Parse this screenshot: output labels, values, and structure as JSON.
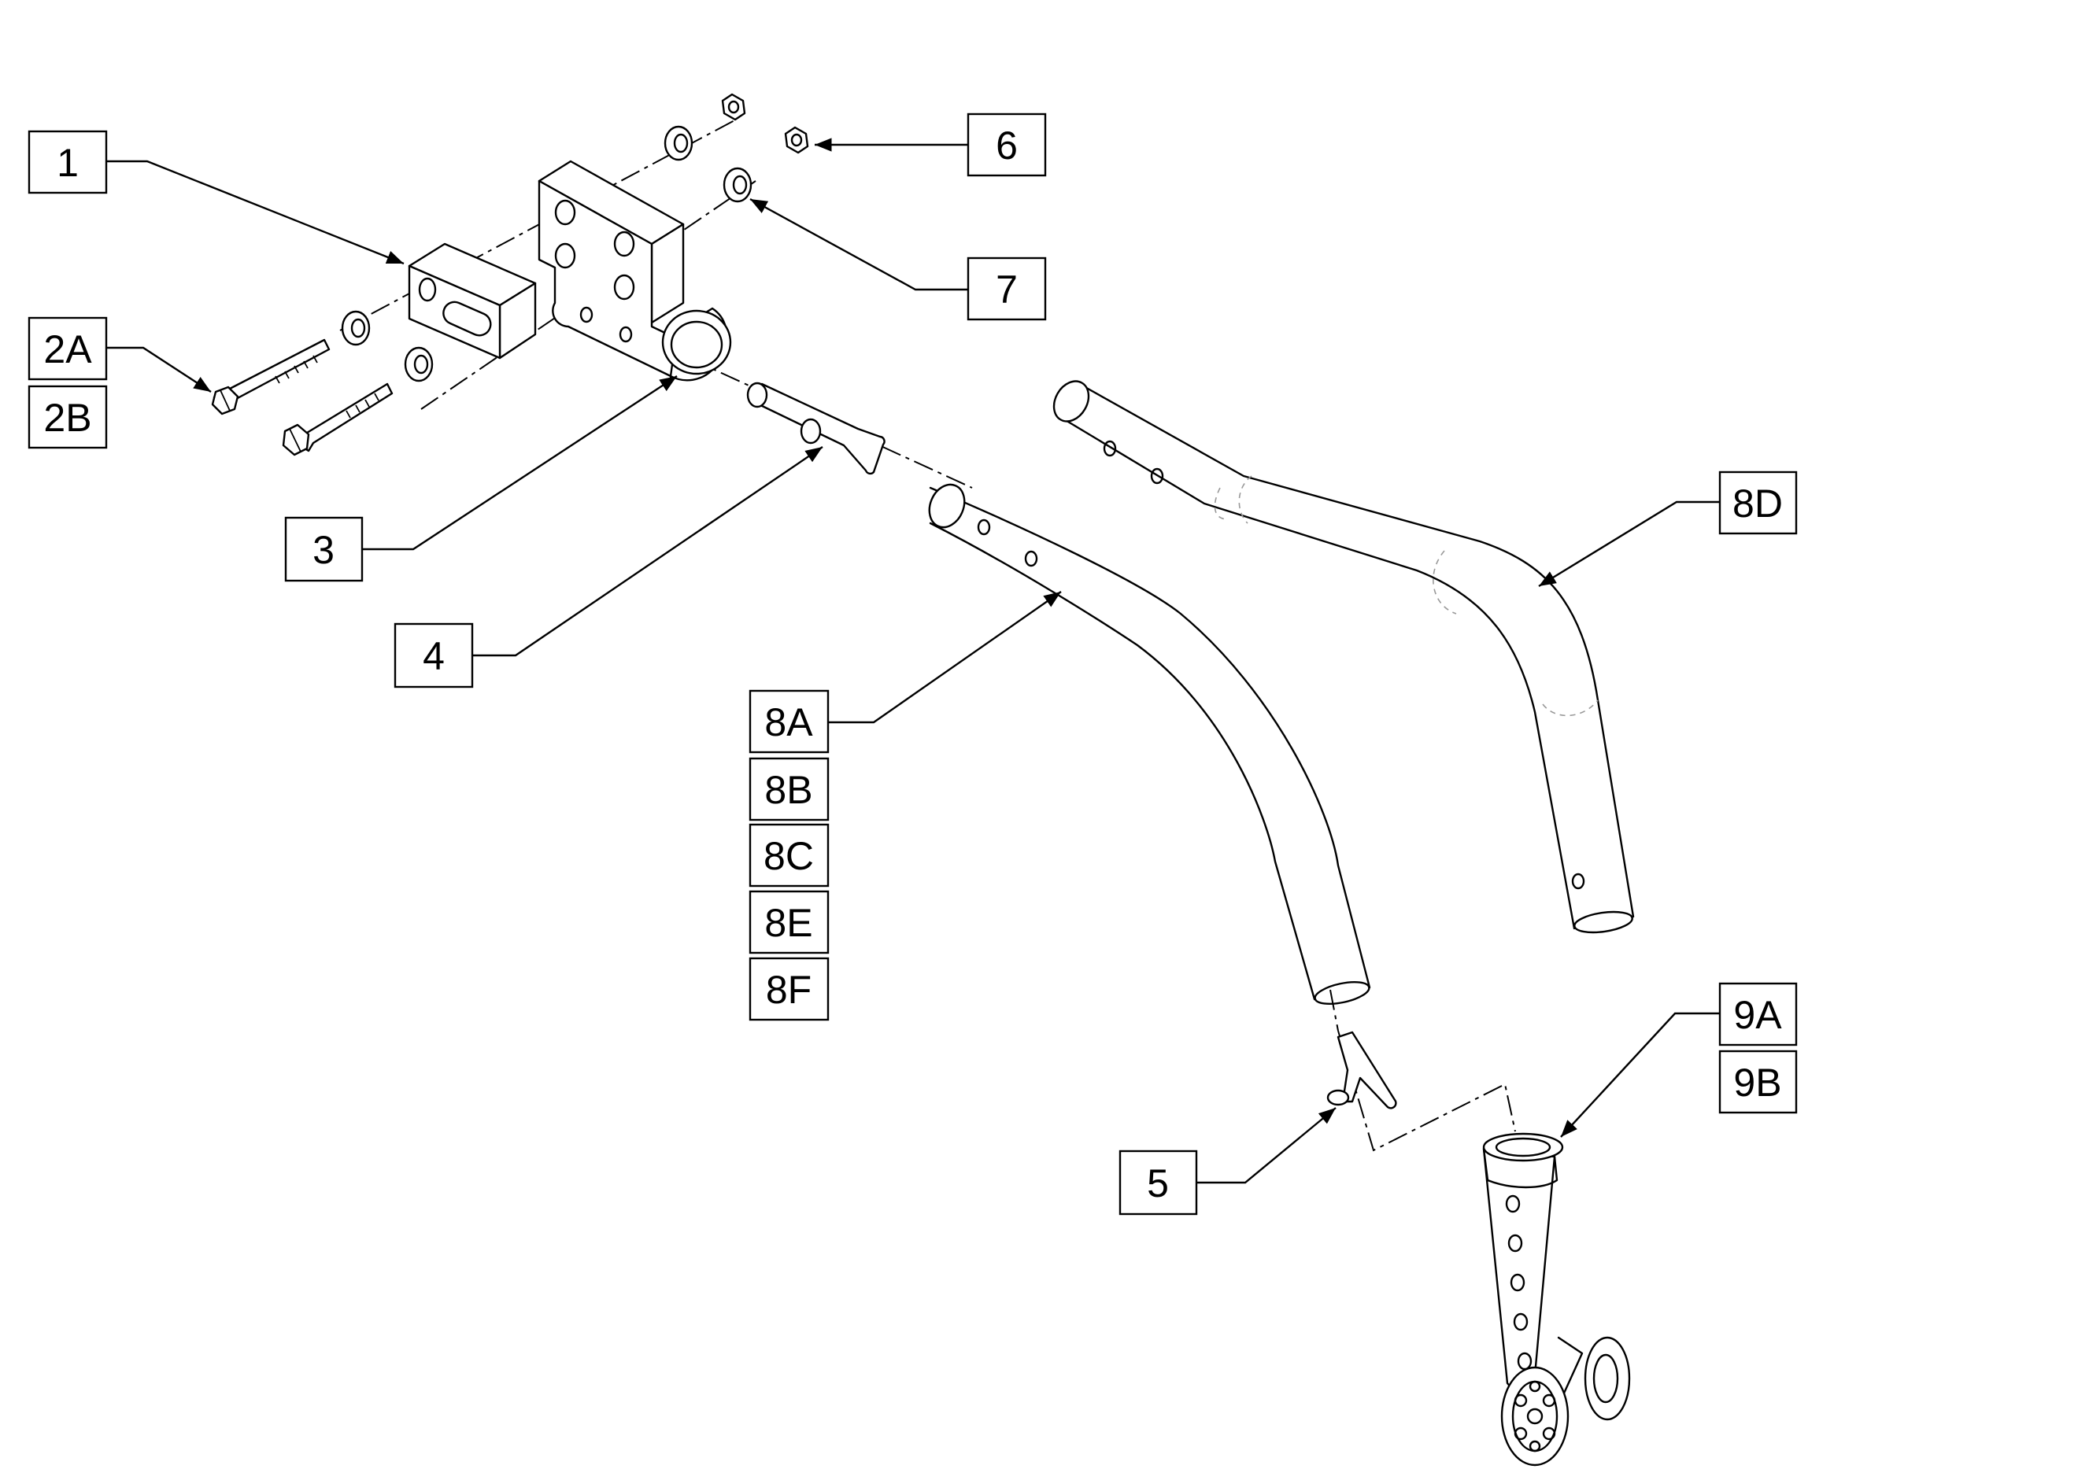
{
  "callouts": [
    {
      "key": "c1",
      "label": "1"
    },
    {
      "key": "c2a",
      "label": "2A"
    },
    {
      "key": "c2b",
      "label": "2B"
    },
    {
      "key": "c3",
      "label": "3"
    },
    {
      "key": "c4",
      "label": "4"
    },
    {
      "key": "c5",
      "label": "5"
    },
    {
      "key": "c6",
      "label": "6"
    },
    {
      "key": "c7",
      "label": "7"
    },
    {
      "key": "c8a",
      "label": "8A"
    },
    {
      "key": "c8b",
      "label": "8B"
    },
    {
      "key": "c8c",
      "label": "8C"
    },
    {
      "key": "c8e",
      "label": "8E"
    },
    {
      "key": "c8f",
      "label": "8F"
    },
    {
      "key": "c8d",
      "label": "8D"
    },
    {
      "key": "c9a",
      "label": "9A"
    },
    {
      "key": "c9b",
      "label": "9B"
    }
  ],
  "colors": {
    "ink": "#000000",
    "background": "#ffffff",
    "seam": "#999999"
  }
}
